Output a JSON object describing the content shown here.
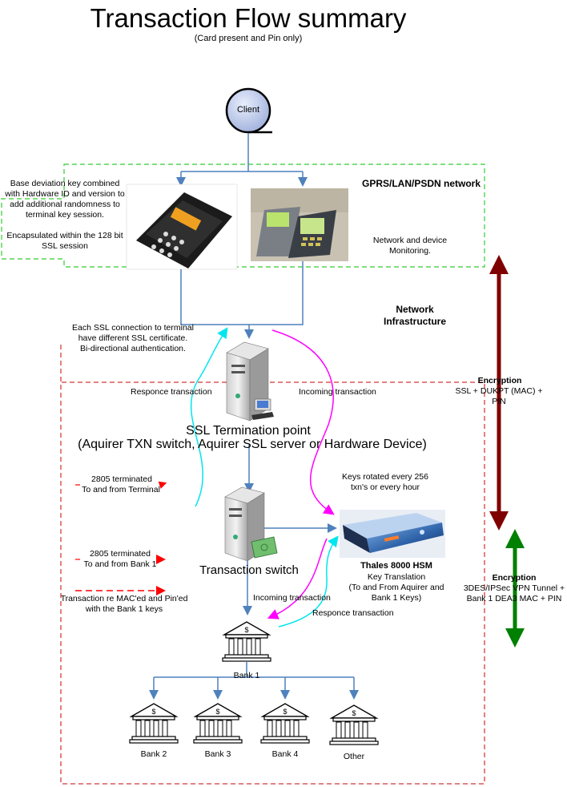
{
  "title": "Transaction Flow summary",
  "subtitle": "(Card present and Pin only)",
  "client_label": "Client",
  "network_zone": {
    "title": "GPRS/LAN/PSDN network",
    "monitoring": "Network and device Monitoring."
  },
  "terminal_note": {
    "para1": "Base deviation key combined with Hardware ID and version to add additional randomness to terminal key session.",
    "para2": "Encapsulated within the 128 bit SSL session"
  },
  "network_infra": "Network Infrastructure",
  "ssl_cert_note": "Each SSL connection to terminal have different SSL certificate. Bi-directional authentication.",
  "responce_transaction_top": "Responce transaction",
  "incoming_transaction_top": "Incoming transaction",
  "ssl_termination": {
    "line1": "SSL Termination point",
    "line2": "(Aquirer TXN switch, Aquirer SSL server or Hardware Device)"
  },
  "encryption_top": {
    "title": "Encryption",
    "detail": "SSL + DUKPT (MAC) + PIN"
  },
  "keys_rotated": "Keys rotated every 256 txn's or every hour",
  "terminated_terminal": {
    "line1": "2805 terminated",
    "line2": "To and from Terminal"
  },
  "terminated_bank": {
    "line1": "2805 terminated",
    "line2": "To and from Bank 1"
  },
  "remac_note": "Transaction re MAC'ed and Pin'ed with the Bank 1 keys",
  "transaction_switch": "Transaction switch",
  "hsm": {
    "name": "Thales 8000 HSM",
    "role": "Key Translation",
    "detail": "(To and From Aquirer and Bank 1 Keys)"
  },
  "incoming_transaction_bottom": "Incoming transaction",
  "responce_transaction_bottom": "Responce transaction",
  "encryption_bottom": {
    "title": "Encryption",
    "detail": "3DES/IPSec VPN Tunnel + Bank 1 DEA3 MAC + PIN"
  },
  "banks": {
    "bank1": "Bank 1",
    "bank2": "Bank 2",
    "bank3": "Bank 3",
    "bank4": "Bank 4",
    "other": "Other"
  },
  "colors": {
    "flow_line": "#4f81bd",
    "green_dash": "#33cc33",
    "red_dash": "#cc0000",
    "cyan": "#00e5ee",
    "magenta": "#ff00ff",
    "dark_red": "#7f0000",
    "green": "#008000"
  }
}
